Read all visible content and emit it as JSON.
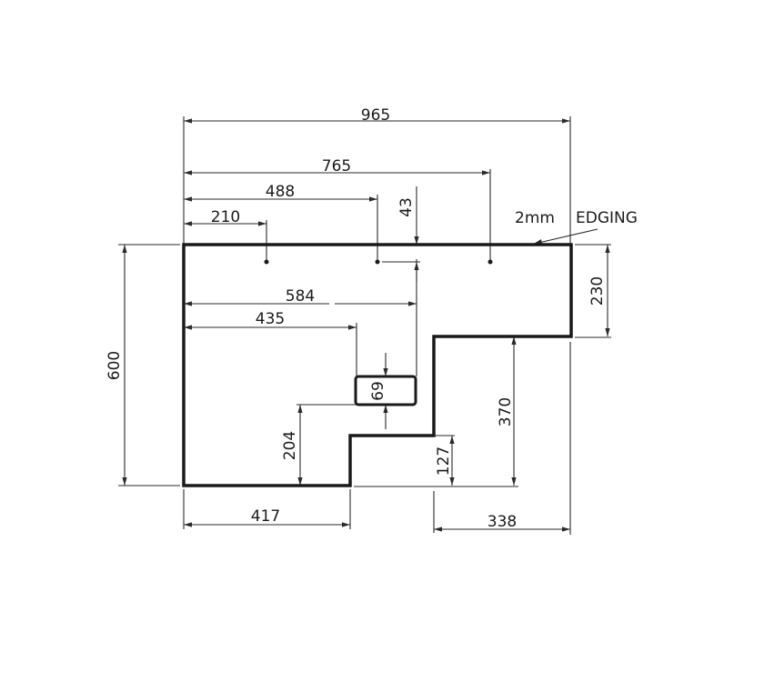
{
  "drawing": {
    "dimensions": {
      "overall_width": "965",
      "hole3_offset": "765",
      "hole2_offset": "488",
      "hole1_offset": "210",
      "hole_inset": "43",
      "right_depth": "230",
      "overall_depth": "600",
      "cutout_right": "584",
      "cutout_left": "435",
      "cutout_height": "69",
      "cutout_from_bottom": "204",
      "step_height": "127",
      "right_inner_depth": "370",
      "bottom_left_width": "417",
      "bottom_right_width": "338"
    },
    "note": {
      "thickness": "2mm",
      "label": "EDGING"
    }
  }
}
